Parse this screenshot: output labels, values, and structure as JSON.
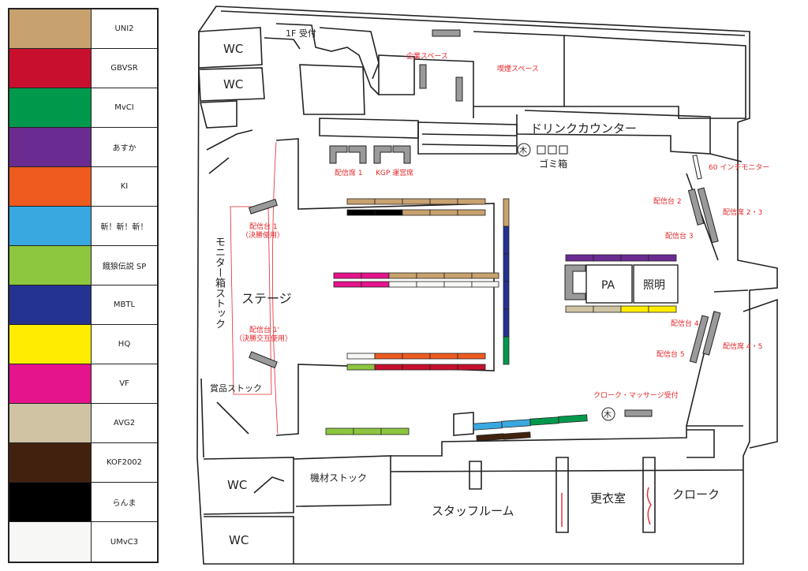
{
  "legend": [
    {
      "label": "UNI2",
      "color": "#c8a26e"
    },
    {
      "label": "GBVSR",
      "color": "#c8102e"
    },
    {
      "label": "MvCI",
      "color": "#00994c"
    },
    {
      "label": "あすか",
      "color": "#6a2c91"
    },
    {
      "label": "KI",
      "color": "#ef5b1e"
    },
    {
      "label": "斬！斬！斬！",
      "color": "#3aa8e0"
    },
    {
      "label": "餓狼伝説 SP",
      "color": "#8dc63f"
    },
    {
      "label": "MBTL",
      "color": "#23338f"
    },
    {
      "label": "HQ",
      "color": "#ffec00"
    },
    {
      "label": "VF",
      "color": "#e5138c"
    },
    {
      "label": "AVG2",
      "color": "#cfc3a4"
    },
    {
      "label": "KOF2002",
      "color": "#42220f"
    },
    {
      "label": "らんま",
      "color": "#000000"
    },
    {
      "label": "UMvC3",
      "color": "#f7f8f5"
    }
  ],
  "rooms": {
    "wc_1": "WC",
    "wc_2": "WC",
    "wc_3": "WC",
    "wc_4": "WC",
    "reception": "1F 受付",
    "drink_counter": "ドリンクカウンター",
    "trash": "ゴミ箱",
    "stage": "ステージ",
    "monitor_stock": "モニター箱ストック",
    "prize_stock": "賞品ストック",
    "equipment_stock": "機材ストック",
    "staff_room": "スタッフルーム",
    "changing_room": "更衣室",
    "cloak": "クローク",
    "pa": "PA",
    "lighting": "照明",
    "tree_1": "木",
    "tree_2": "木"
  },
  "annotations": {
    "company_space": "企業スペース",
    "smoking_space": "喫煙スペース",
    "stream_seat_1": "配信席 1",
    "kgp_seat": "KGP 運営席",
    "monitor_60": "60 インチモニター",
    "stream_table_2": "配信台 2",
    "stream_seat_23": "配信席 2・3",
    "stream_table_3": "配信台 3",
    "stream_table_1": "配信台 1",
    "final_use": "（決勝使用）",
    "stream_table_1b": "配信台 1'",
    "final_alt_use": "（決勝交互使用）",
    "stream_table_4": "配信台 4",
    "stream_table_5": "配信台 5",
    "stream_seat_45": "配信席 4・5",
    "cloak_massage": "クローク・マッサージ受付"
  },
  "colors": {
    "annotation": "#e5262a",
    "wall": "#222222",
    "table_gray": "#9a9a9a"
  }
}
